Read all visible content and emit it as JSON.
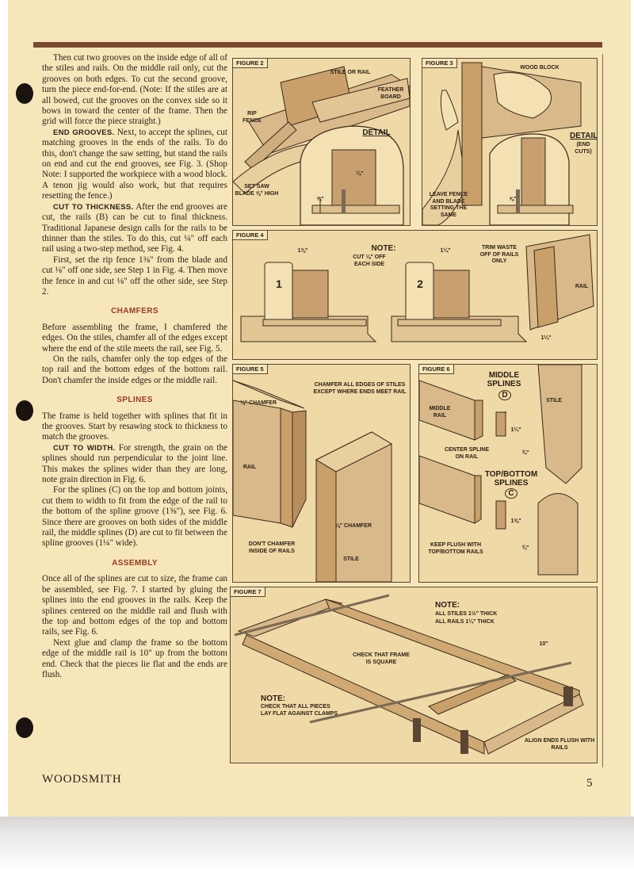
{
  "column": {
    "p1": "Then cut two grooves on the inside edge of all of the stiles and rails. On the middle rail only, cut the grooves on both edges. To cut the second groove, turn the piece end-for-end. (Note: If the stiles are at all bowed, cut the grooves on the convex side so it bows in toward the center of the frame. Then the grid will force the piece straight.)",
    "p2_head": "END GROOVES.",
    "p2": "Next, to accept the splines, cut matching grooves in the ends of the rails. To do this, don't change the saw setting, but stand the rails on end and cut the end grooves, see Fig. 3. (Shop Note: I supported the workpiece with a wood block. A tenon jig would also work, but that requires resetting the fence.)",
    "p3_head": "CUT TO THICKNESS.",
    "p3": "After the end grooves are cut, the rails (B) can be cut to final thickness. Traditional Japanese design calls for the rails to be thinner than the stiles. To do this, cut ¼\" off each rail using a two-step method, see Fig. 4.",
    "p4": "First, set the rip fence 1⅜\" from the blade and cut ⅛\" off one side, see Step 1 in Fig. 4. Then move the fence in and cut ⅛\" off the other side, see Step 2.",
    "h_chamfers": "CHAMFERS",
    "p5": "Before assembling the frame, I chamfered the edges. On the stiles, chamfer all of the edges except where the end of the stile meets the rail, see Fig. 5.",
    "p6": "On the rails, chamfer only the top edges of the top rail and the bottom edges of the bottom rail. Don't chamfer the inside edges or the middle rail.",
    "h_splines": "SPLINES",
    "p7": "The frame is held together with splines that fit in the grooves. Start by resawing stock to thickness to match the grooves.",
    "p8_head": "CUT TO WIDTH.",
    "p8": "For strength, the grain on the splines should run perpendicular to the joint line. This makes the splines wider than they are long, note grain direction in Fig. 6.",
    "p9": "For the splines (C) on the top and bottom joints, cut them to width to fit from the edge of the rail to the bottom of the spline groove (1⅝\"), see Fig. 6. Since there are grooves on both sides of the middle rail, the middle splines (D) are cut to fit between the spline grooves (1¼\" wide).",
    "h_assembly": "ASSEMBLY",
    "p10": "Once all of the splines are cut to size, the frame can be assembled, see Fig. 7. I started by gluing the splines into the end grooves in the rails. Keep the splines centered on the middle rail and flush with the top and bottom edges of the top and bottom rails, see Fig. 6.",
    "p11": "Next glue and clamp the frame so the bottom edge of the middle rail is 10\" up from the bottom end. Check that the pieces lie flat and the ends are flush."
  },
  "footer": {
    "magazine": "WOODSMITH",
    "page": "5"
  },
  "fig2": {
    "label": "FIGURE 2",
    "stile_or_rail": "STILE OR RAIL",
    "feather_board": "FEATHER BOARD",
    "rip_fence": "RIP FENCE",
    "detail": "DETAIL",
    "set_saw": "SET SAW BLADE ⅝\" HIGH",
    "dim_quarter": "¼\"",
    "dim_58": "⅝\""
  },
  "fig3": {
    "label": "FIGURE 3",
    "wood_block": "WOOD BLOCK",
    "detail": "DETAIL",
    "end_cuts": "(END CUTS)",
    "leave_fence": "LEAVE FENCE AND BLADE SETTING THE SAME",
    "dim_58": "⅝\""
  },
  "fig4": {
    "label": "FIGURE 4",
    "note": "NOTE:",
    "note_text": "CUT ⅛\" OFF EACH SIDE",
    "dim1": "1⅜\"",
    "dim2": "1¼\"",
    "step1": "1",
    "step2": "2",
    "trim": "TRIM WASTE OFF OF RAILS ONLY",
    "rail": "RAIL",
    "dim3": "1¼\""
  },
  "fig5": {
    "label": "FIGURE 5",
    "chamfer18": "⅛\" CHAMFER",
    "chamfer_all": "CHAMFER ALL EDGES OF STILES EXCEPT WHERE ENDS MEET RAIL",
    "rail": "RAIL",
    "chamfer18b": "⅛\" CHAMFER",
    "dont": "DON'T CHAMFER INSIDE OF RAILS",
    "stile": "STILE"
  },
  "fig6": {
    "label": "FIGURE 6",
    "middle_splines": "MIDDLE SPLINES",
    "d": "D",
    "middle_rail": "MIDDLE RAIL",
    "stile": "STILE",
    "center_spline": "CENTER SPLINE ON RAIL",
    "dim_114": "1¼\"",
    "dim_34": "¾\"",
    "topbottom": "TOP/BOTTOM SPLINES",
    "c": "C",
    "dim_158": "1⅝\"",
    "dim_34b": "¾\"",
    "keep_flush": "KEEP FLUSH WITH TOP/BOTTOM RAILS"
  },
  "fig7": {
    "label": "FIGURE 7",
    "note1": "NOTE:",
    "stiles": "ALL STILES 1½\" THICK",
    "rails": "ALL RAILS 1¼\" THICK",
    "dim10": "10\"",
    "check_square": "CHECK THAT FRAME IS SQUARE",
    "note2": "NOTE:",
    "flat": "CHECK THAT ALL PIECES LAY FLAT AGAINST CLAMPS",
    "align": "ALIGN ENDS FLUSH WITH RAILS"
  },
  "colors": {
    "paper": "#f6e6ba",
    "rule": "#7a4a2e",
    "heading": "#9a3a22",
    "wood": "#d9b98a",
    "ink": "#2a2118"
  }
}
